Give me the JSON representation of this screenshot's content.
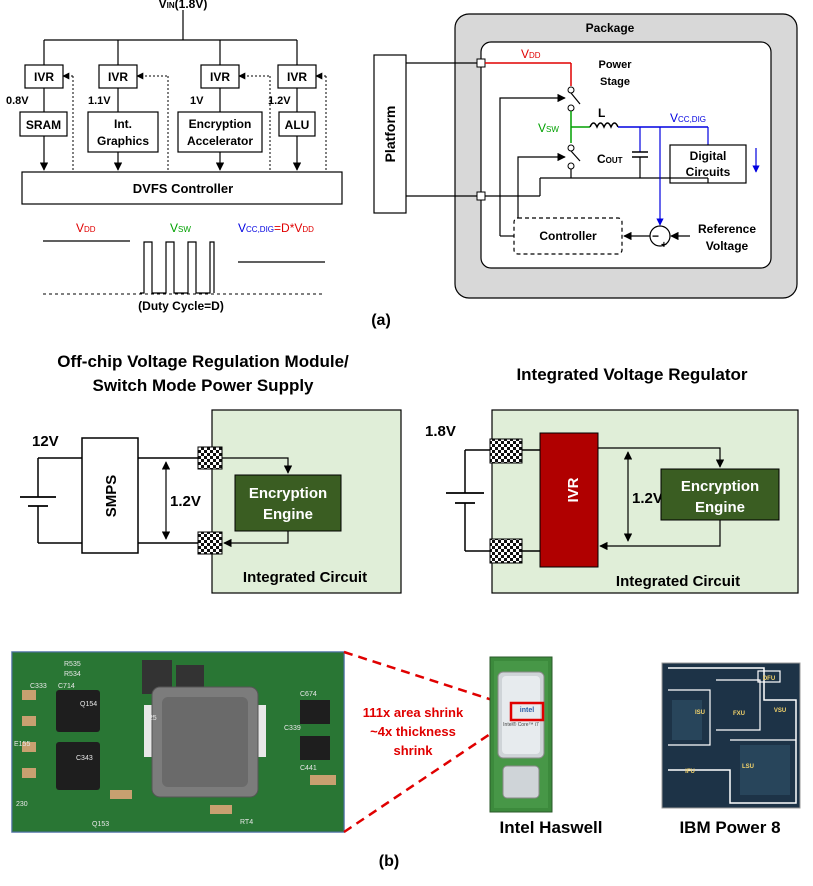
{
  "colors": {
    "red": "#e00000",
    "green": "#00a000",
    "blue": "#0000e0",
    "ic_fill": "#e0eed8",
    "engine_fill": "#3a5d22",
    "ivr_fill": "#b00000",
    "package_fill": "#d8d8d8",
    "pcb": "#2e7d3a",
    "die_blue": "#1d3347"
  },
  "panel_a": {
    "vin": {
      "main": "V",
      "sub": "IN",
      "rest": "(1.8V)"
    },
    "ivrs": [
      {
        "label": "IVR",
        "voltage": "0.8V",
        "block": [
          "SRAM"
        ]
      },
      {
        "label": "IVR",
        "voltage": "1.1V",
        "block": [
          "Int.",
          "Graphics"
        ]
      },
      {
        "label": "IVR",
        "voltage": "1V",
        "block": [
          "Encryption",
          "Accelerator"
        ]
      },
      {
        "label": "IVR",
        "voltage": "1.2V",
        "block": [
          "ALU"
        ]
      }
    ],
    "dvfs_controller": "DVFS Controller",
    "waveform": {
      "vdd": {
        "main": "V",
        "sub": "DD"
      },
      "vsw": {
        "main": "V",
        "sub": "SW"
      },
      "vcc": {
        "main": "V",
        "sub": "CC,DIG",
        "rest": "=D*V",
        "sub2": "DD"
      },
      "duty": "(Duty Cycle=D)"
    },
    "package": "Package",
    "platform": "Platform",
    "power_stage": [
      "Power",
      "Stage"
    ],
    "vdd": {
      "main": "V",
      "sub": "DD"
    },
    "vsw": {
      "main": "V",
      "sub": "SW"
    },
    "inductor": "L",
    "vccdig": {
      "main": "V",
      "sub": "CC,DIG"
    },
    "cout": {
      "main": "C",
      "sub": "OUT"
    },
    "digital_circuits": [
      "Digital",
      "Circuits"
    ],
    "controller": "Controller",
    "reference_voltage": [
      "Reference",
      "Voltage"
    ],
    "sum_signs": {
      "minus": "−",
      "plus": "+"
    },
    "caption": "(a)"
  },
  "panel_b": {
    "offchip_title": [
      "Off-chip Voltage Regulation Module/",
      "Switch Mode Power Supply"
    ],
    "onchip_title": "Integrated Voltage Regulator",
    "offchip": {
      "source_v": "12V",
      "smps": "SMPS",
      "rail_v": "1.2V",
      "engine": [
        "Encryption",
        "Engine"
      ],
      "ic_label": "Integrated Circuit"
    },
    "onchip": {
      "source_v": "1.8V",
      "ivr": "IVR",
      "rail_v": "1.2V",
      "engine": [
        "Encryption",
        "Engine"
      ],
      "ic_label": "Integrated Circuit"
    },
    "shrink": [
      "111x area shrink",
      "~4x thickness",
      "shrink"
    ],
    "pcb_silkscreen": [
      "R535",
      "R534",
      "C333",
      "C714",
      "Q154",
      "C343",
      "E155",
      "L25",
      "C674",
      "C339",
      "C441",
      "230",
      "Q153",
      "RT4"
    ],
    "haswell_die": [
      "intel",
      "Intel® Core™ i7"
    ],
    "power8_units": [
      "DFU",
      "ISU",
      "FXU",
      "VSU",
      "IFU",
      "LSU"
    ],
    "intel_label": "Intel Haswell",
    "ibm_label": "IBM Power 8",
    "caption": "(b)"
  }
}
